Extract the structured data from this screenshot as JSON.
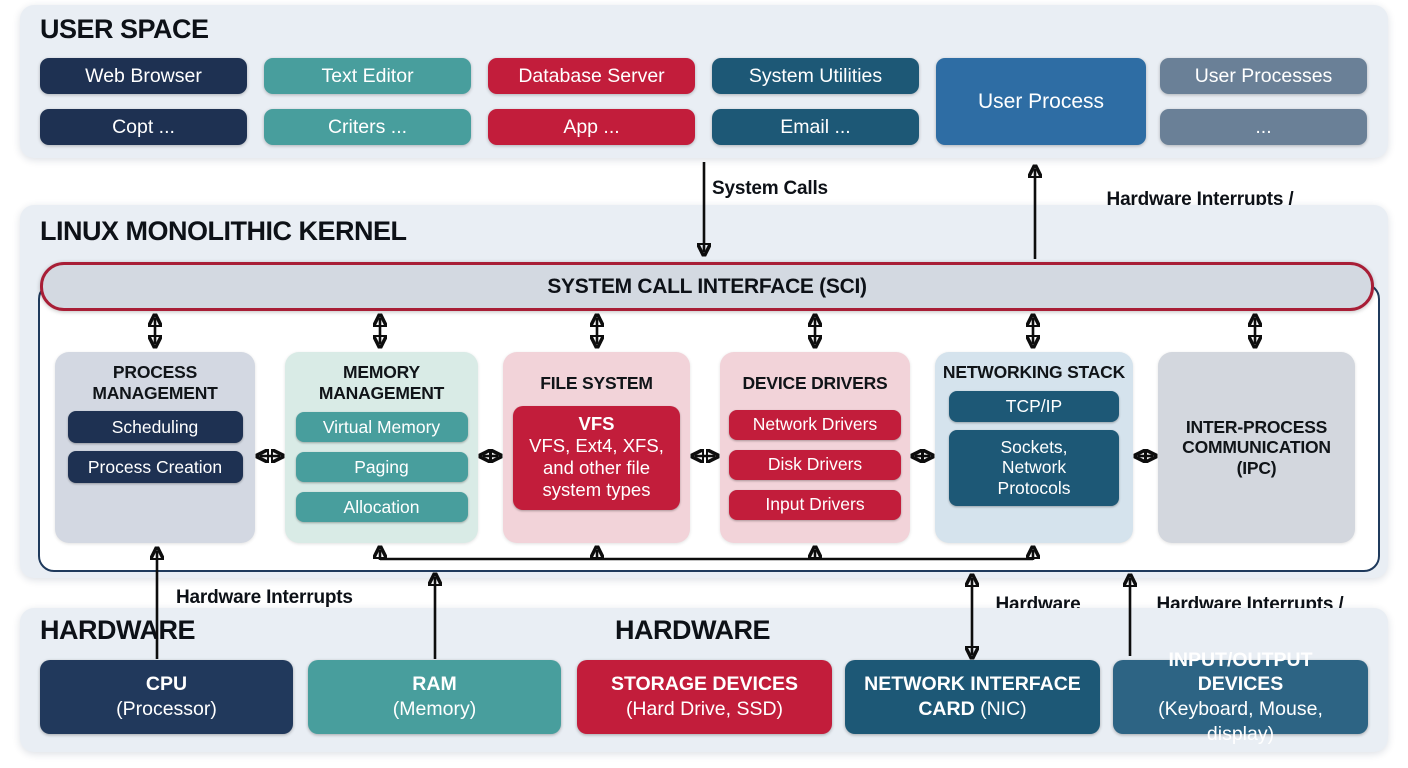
{
  "colors": {
    "panel_bg": "#e9eef4",
    "navy": "#1e3152",
    "navy_cpu": "#21395c",
    "teal": "#489e9d",
    "crimson": "#c21d3b",
    "slate_blue": "#1d5876",
    "slate_blue_io": "#2d6484",
    "steel_blue": "#2e6da4",
    "gray_blue": "#6a8097",
    "sci_fill": "#d3d9e1",
    "sci_border": "#a81e36",
    "inner_border": "#1f3a5c",
    "col_process": "#d3d8e2",
    "col_memory": "#d9ebe6",
    "col_file": "#f2d3d9",
    "col_device": "#f2d3d9",
    "col_network": "#d5e3ed",
    "col_ipc": "#d3d7de",
    "arrow": "#0d0d0d"
  },
  "user_space": {
    "title": "USER SPACE",
    "boxes": [
      {
        "label": "Web Browser"
      },
      {
        "label": "Text Editor"
      },
      {
        "label": "Database Server"
      },
      {
        "label": "System Utilities"
      },
      {
        "label": "User Process"
      },
      {
        "label": "User Processes"
      },
      {
        "label": "Copt ..."
      },
      {
        "label": "Criters ..."
      },
      {
        "label": "App ..."
      },
      {
        "label": "Email ..."
      },
      {
        "label": "..."
      }
    ]
  },
  "labels": {
    "system_calls": "System Calls",
    "top_right": "Hardware Interrupts /\nI/O Requests",
    "left_hw": "Hardware Interrupts",
    "nic": "Hardware\nInterrupts",
    "bottom_right": "Hardware Interrupts /\nI/O Requests"
  },
  "kernel": {
    "title": "LINUX MONOLITHIC KERNEL",
    "sci": "SYSTEM CALL INTERFACE (SCI)",
    "columns": [
      {
        "title": "PROCESS MANAGEMENT",
        "items": [
          "Scheduling",
          "Process Creation"
        ]
      },
      {
        "title": "MEMORY MANAGEMENT",
        "items": [
          "Virtual Memory",
          "Paging",
          "Allocation"
        ]
      },
      {
        "title": "FILE SYSTEM",
        "vfs_title": "VFS",
        "vfs_body": "VFS, Ext4, XFS, and other file system types"
      },
      {
        "title": "DEVICE DRIVERS",
        "items": [
          "Network Drivers",
          "Disk Drivers",
          "Input Drivers"
        ]
      },
      {
        "title": "NETWORKING STACK",
        "items": [
          "TCP/IP",
          "Sockets, Network Protocols"
        ]
      },
      {
        "title": "INTER-PROCESS COMMUNICATION (IPC)"
      }
    ]
  },
  "hardware": {
    "title_left": "HARDWARE",
    "title_mid": "HARDWARE",
    "boxes": [
      {
        "name": "CPU",
        "sub": "(Processor)"
      },
      {
        "name": "RAM",
        "sub": "(Memory)"
      },
      {
        "name": "STORAGE DEVICES",
        "sub": "(Hard Drive, SSD)"
      },
      {
        "name": "NETWORK INTERFACE CARD",
        "sub": "(NIC)"
      },
      {
        "name": "INPUT/OUTPUT DEVICES",
        "sub": "(Keyboard, Mouse, display)"
      }
    ]
  }
}
